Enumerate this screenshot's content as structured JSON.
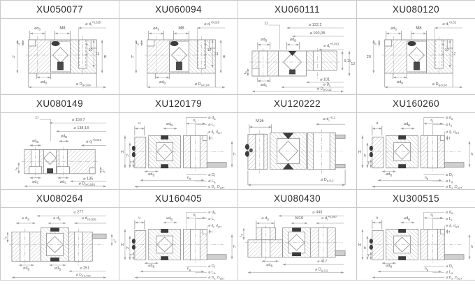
{
  "page": {
    "background": "#ffffff",
    "grid_line_color": "#c9c9c9",
    "title_color": "#2b2b2b",
    "drawing_line_color": "#8b8b8b",
    "label_color": "#5a5a5a"
  },
  "cells": [
    {
      "title": "XU050077",
      "type": "A",
      "labels": {
        "di": "⌀ d_[i]^[+0,025]",
        "ds": "⌀d_[S]",
        "thread": "M8",
        "ts": "t_[S]",
        "h": "h",
        "d1": "10",
        "d2": "13",
        "H": "H",
        "db": "⌀d_[B]",
        "Da": "⌀ D_[a-0,04]"
      }
    },
    {
      "title": "XU060094",
      "type": "A",
      "labels": {
        "di": "⌀ d_[i]^[+0,025]",
        "ds": "⌀d_[S]",
        "thread": "M8",
        "ts": "t_[S]",
        "h": "h",
        "d1": "10",
        "d2": "13",
        "H": "H",
        "db": "⌀d_[B]",
        "Da": "⌀ D_[a-0,04]"
      }
    },
    {
      "title": "XU060111",
      "type": "B",
      "labels": {
        "note": "1)",
        "dim1": "⌀ 122,2",
        "dim2": "⌀ 100,08",
        "db1": "⌀d_[B]",
        "db2": "⌀d_[B]",
        "di": "⌀ d_[i]^[+0,013]",
        "r1": "9,15",
        "r2": "13",
        "ts": "t_[S]",
        "ds": "⌀d_[S]",
        "dim3": "⌀ 101",
        "DL": "⌀ D_[L]",
        "Da": "⌀ D_[a-0,12]"
      }
    },
    {
      "title": "XU080120",
      "type": "A",
      "labels": {
        "di": "⌀ d_[i]^[+0,02]",
        "ds": "⌀d_[S]",
        "thread": "M8",
        "ts": "t_[S]",
        "h": "29",
        "d1": "10",
        "d2": "17",
        "H": "",
        "db": "⌀d_[B]",
        "Da": "⌀ D_[a-0,04]"
      }
    },
    {
      "title": "XU080149",
      "type": "C",
      "labels": {
        "note": "1)",
        "dim1": "⌀ 159,7",
        "dim2": "⌀ 138,18",
        "db1": "⌀d_[B]",
        "db2": "⌀d_[B]",
        "di": "⌀ d_[i]^[+0,013]",
        "ts1": "t_[S]",
        "ts2": "t_[S]",
        "ds1": "⌀d_[S]",
        "ds2": "⌀d_[S]",
        "dim3": "⌀ 135",
        "Da": "⌀ D_[a-0,045]"
      }
    },
    {
      "title": "XU120179",
      "type": "D",
      "labels": {
        "u": "u",
        "db_top": "⌀d_[B]",
        "da": "⌀ d_[a]",
        "ni": "n_[i]",
        "Li": "⌀ L_[i]",
        "di": "⌀ d_[i], d_[iZT]",
        "t": "t",
        "H": "H",
        "h1": "h",
        "h2": "h",
        "T": "T",
        "db_bot": "⌀d_[B]",
        "Di": "⌀ D_[i]",
        "na": "n_[a]",
        "La": "⌀ L_[a]",
        "Da": "⌀ D_[a] ,D_[aZT]"
      }
    },
    {
      "title": "XU120222",
      "type": "E",
      "labels": {
        "thread": "M16",
        "di": "⌀ d_[i]^[+0,3]",
        "Da": "⌀ D_[a-0,2]"
      }
    },
    {
      "title": "XU160260",
      "type": "D",
      "labels": {
        "u": "u",
        "db_top": "⌀d_[B]",
        "da": "⌀ d_[a]",
        "ni": "n_[i]",
        "Li": "⌀ L_[i]",
        "di": "⌀ d_[i], d_[iZT]",
        "t": "t",
        "H": "H",
        "h1": "h",
        "h2": "h",
        "T": "T",
        "db_bot": "⌀d_[B]",
        "Di": "⌀ D_[i]",
        "na": "n_[a]",
        "La": "⌀ L_[a]",
        "Da": "⌀ D_[a] ,D_[aZT]"
      }
    },
    {
      "title": "XU080264",
      "type": "G",
      "labels": {
        "dim1": "⌀ 277",
        "ds1": "⌀ d_[S]",
        "ds2": "⌀ d_[S]",
        "di": "⌀ d_[i-0,025]",
        "ts1": "t_[S]",
        "ts2": "t_[S]",
        "db1": "⌀d_[B]",
        "db2": "⌀d_[B]",
        "dim2": "⌀ 251",
        "Da": "⌀ D_[a-0,052]"
      }
    },
    {
      "title": "XU160405",
      "type": "D",
      "labels": {
        "u": "u",
        "db_top": "⌀d_[B]",
        "da": "⌀ d_[a]",
        "ni": "n_[i]",
        "Li": "⌀ L_[i]",
        "di": "⌀ d_[i], d_[iZT]",
        "t": "t",
        "H": "H",
        "h1": "h",
        "h2": "h",
        "T": "T",
        "db_bot": "⌀d_[B]",
        "Di": "⌀ D_[i]",
        "na": "n_[a]",
        "La": "⌀ L_[a]",
        "Da": "⌀ D_[a] ,D_[aZT]"
      }
    },
    {
      "title": "XU080430",
      "type": "F",
      "labels": {
        "dim1": "⌀ 443",
        "ds": "⌀ d_[S]",
        "thread": "M10",
        "di": "⌀ d_[i]^[+0,087]",
        "ts": "t_[S]",
        "db": "⌀d_[B]",
        "dim2": "⌀ 417",
        "Da": "⌀ D_[a-0,2]"
      }
    },
    {
      "title": "XU300515",
      "type": "D",
      "labels": {
        "u": "u",
        "db_top": "⌀d_[B]",
        "da": "⌀ d_[a]",
        "ni": "n_[i]",
        "Li": "⌀ L_[i]",
        "di": "⌀ d_[i], d_[iZT]",
        "t": "t",
        "H": "H",
        "h1": "h",
        "h2": "h",
        "T": "T",
        "db_bot": "⌀d_[B]",
        "Di": "⌀ D_[i]",
        "na": "n_[a]",
        "La": "⌀ L_[a]",
        "Da": "⌀ D_[a] ,D_[aZT]"
      }
    }
  ]
}
